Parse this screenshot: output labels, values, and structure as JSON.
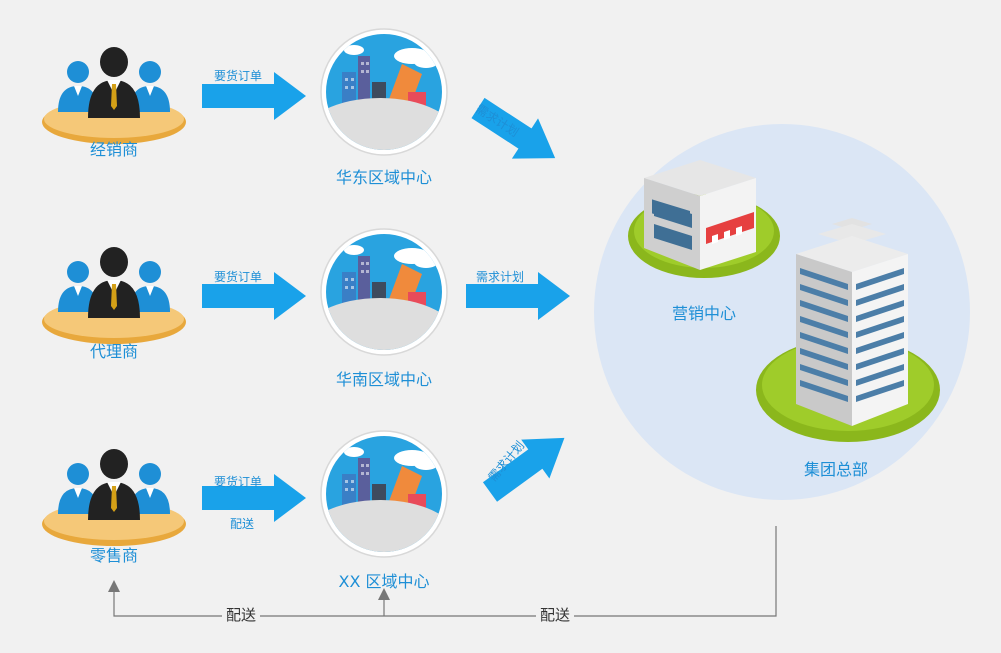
{
  "actors": [
    {
      "label": "经销商"
    },
    {
      "label": "代理商"
    },
    {
      "label": "零售商"
    }
  ],
  "regions": [
    {
      "label": "华东区域中心"
    },
    {
      "label": "华南区域中心"
    },
    {
      "label": "XX 区域中心"
    }
  ],
  "order_label": "要货订单",
  "delivery_label": "配送",
  "plan_label": "需求计划",
  "hq": {
    "marketing_center": "营销中心",
    "group_hq": "集团总部"
  },
  "bottom_flow": {
    "left_label": "配送",
    "right_label": "配送"
  },
  "colors": {
    "accent": "#1e8fd6",
    "arrow": "#19a2ea",
    "hq_circle": "#dbe6f5",
    "grass": "#8bb71c"
  }
}
